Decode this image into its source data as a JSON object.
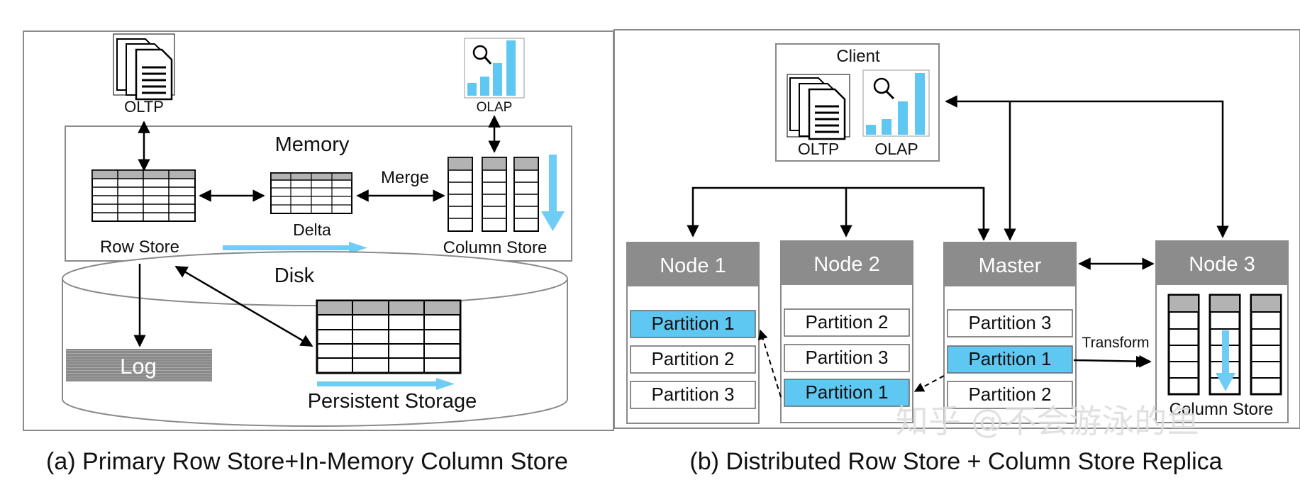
{
  "panel_a": {
    "oltp_label": "OLTP",
    "olap_label": "OLAP",
    "memory_label": "Memory",
    "merge_label": "Merge",
    "delta_label": "Delta",
    "row_store_label": "Row Store",
    "column_store_label": "Column Store",
    "disk_label": "Disk",
    "log_label": "Log",
    "persistent_storage_label": "Persistent Storage",
    "caption": "(a) Primary Row Store+In-Memory Column Store"
  },
  "panel_b": {
    "client_label": "Client",
    "oltp_label": "OLTP",
    "olap_label": "OLAP",
    "node1": {
      "title": "Node 1",
      "partitions": [
        "Partition 1",
        "Partition 2",
        "Partition 3"
      ]
    },
    "node2": {
      "title": "Node 2",
      "partitions": [
        "Partition 2",
        "Partition 3",
        "Partition 1"
      ]
    },
    "master": {
      "title": "Master",
      "partitions": [
        "Partition 3",
        "Partition 1",
        "Partition 2"
      ]
    },
    "node3": {
      "title": "Node 3",
      "column_store_label": "Column Store"
    },
    "transform_label": "Transform",
    "caption": "(b) Distributed Row Store + Column Store Replica"
  },
  "watermark": "知乎 @不会游泳的鱼",
  "colors": {
    "highlight": "#5ec8f2",
    "header_gray": "#8c8c8c",
    "arrow_blue": "#6fcdf5"
  }
}
